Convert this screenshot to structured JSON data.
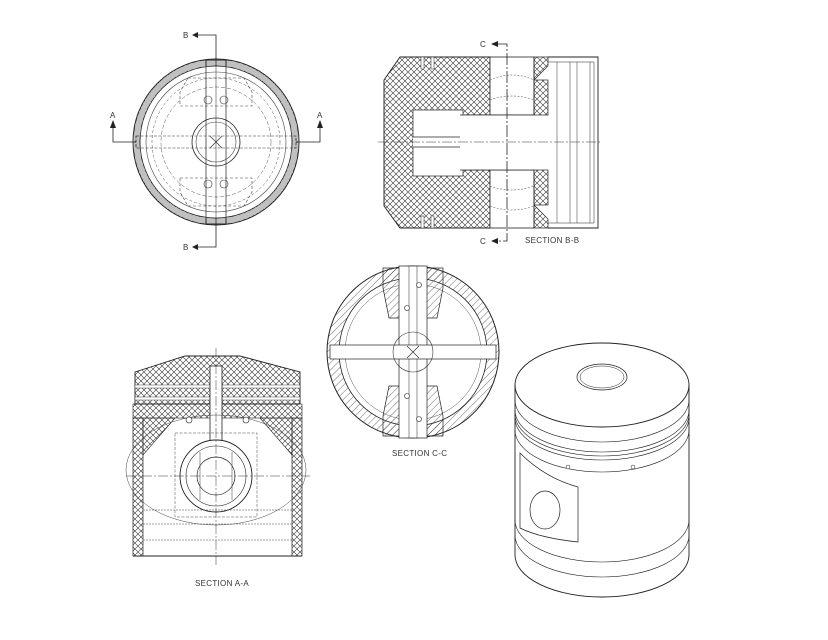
{
  "sheet": {
    "background": "#ffffff",
    "line_color": "#222222",
    "hatch_color": "#333333"
  },
  "views": {
    "top_view": {
      "section_cut_a": {
        "letter_left": "A",
        "letter_right": "A"
      },
      "section_cut_b": {
        "letter_top": "B",
        "letter_bottom": "B"
      }
    },
    "section_bb": {
      "title": "SECTION B-B",
      "section_cut_c": {
        "letter_top": "C",
        "letter_bottom": "C"
      }
    },
    "section_cc": {
      "title": "SECTION C-C"
    },
    "section_aa": {
      "title": "SECTION A-A"
    },
    "isometric": {
      "title": ""
    }
  }
}
